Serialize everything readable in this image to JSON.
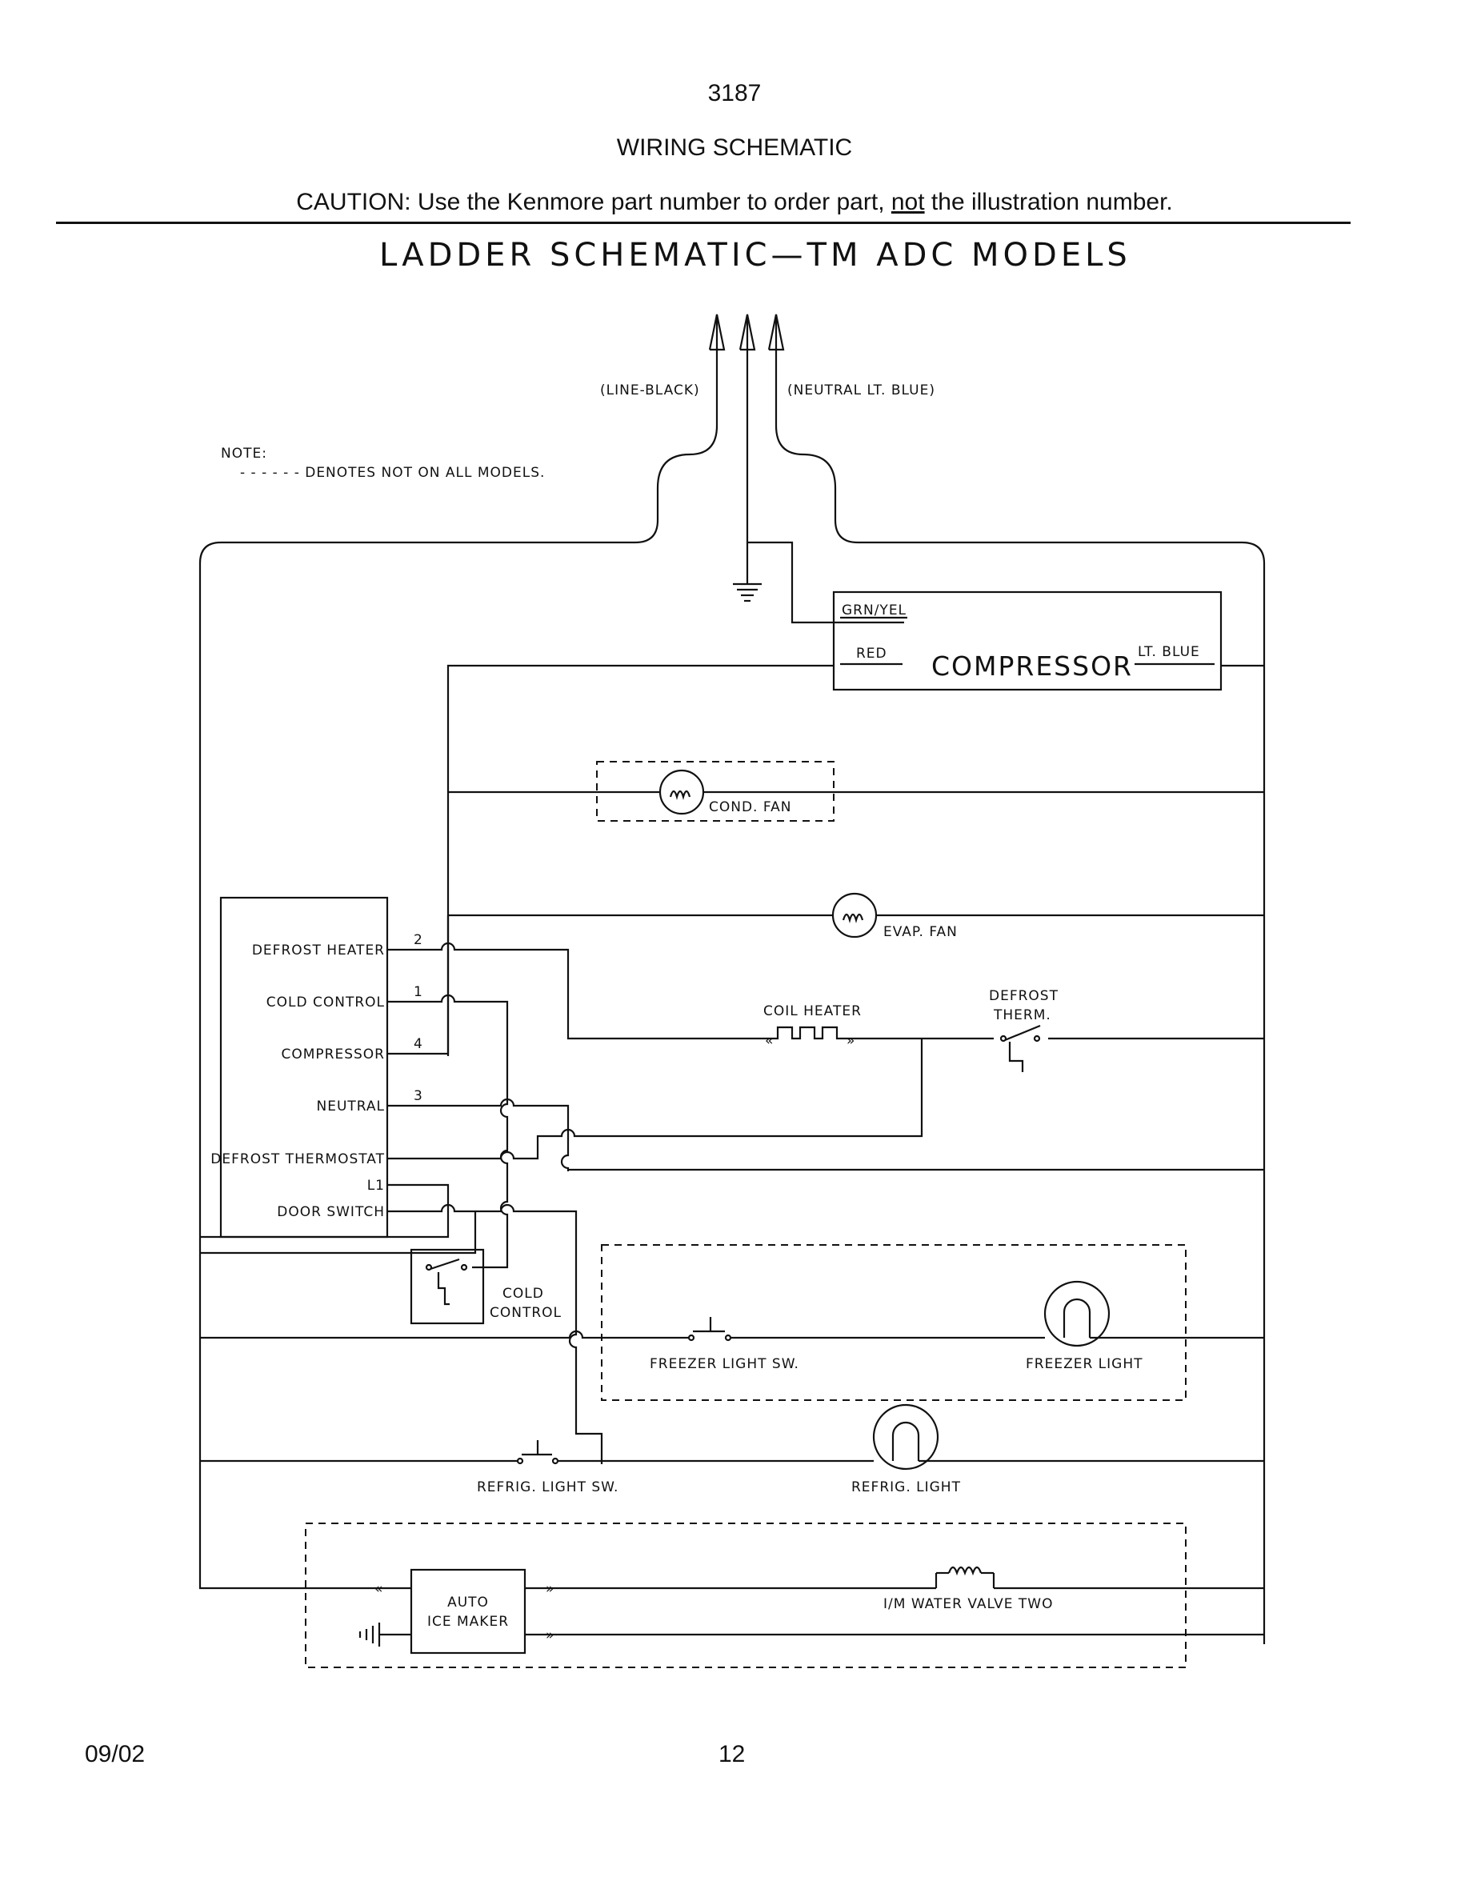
{
  "header": {
    "model": "3187",
    "title": "WIRING SCHEMATIC",
    "caution_prefix": "CAUTION: Use the Kenmore part number to order part, ",
    "caution_emph": "not",
    "caution_suffix": " the illustration number."
  },
  "diagram": {
    "title": "LADDER SCHEMATIC—TM ADC MODELS",
    "line_label": "(LINE-BLACK)",
    "neutral_label": "(NEUTRAL LT. BLUE)",
    "note_title": "NOTE:",
    "note_text": "- - - - - - DENOTES NOT ON ALL MODELS.",
    "compressor": {
      "name": "COMPRESSOR",
      "grn_yel": "GRN/YEL",
      "red": "RED",
      "lt_blue": "LT. BLUE"
    },
    "cond_fan": "COND. FAN",
    "evap_fan": "EVAP. FAN",
    "timer": {
      "terminals": [
        "DEFROST HEATER",
        "COLD CONTROL",
        "COMPRESSOR",
        "NEUTRAL",
        "DEFROST THERMOSTAT",
        "L1",
        "DOOR SWITCH"
      ],
      "numbers": [
        "2",
        "1",
        "4",
        "3"
      ]
    },
    "coil_heater": "COIL HEATER",
    "defrost_therm_1": "DEFROST",
    "defrost_therm_2": "THERM.",
    "cold_control_1": "COLD",
    "cold_control_2": "CONTROL",
    "freezer_light_sw": "FREEZER LIGHT SW.",
    "freezer_light": "FREEZER LIGHT",
    "refrig_light_sw": "REFRIG. LIGHT SW.",
    "refrig_light": "REFRIG. LIGHT",
    "ice_maker_1": "AUTO",
    "ice_maker_2": "ICE MAKER",
    "water_valve": "I/M WATER VALVE TWO"
  },
  "footer": {
    "date": "09/02",
    "page": "12"
  }
}
